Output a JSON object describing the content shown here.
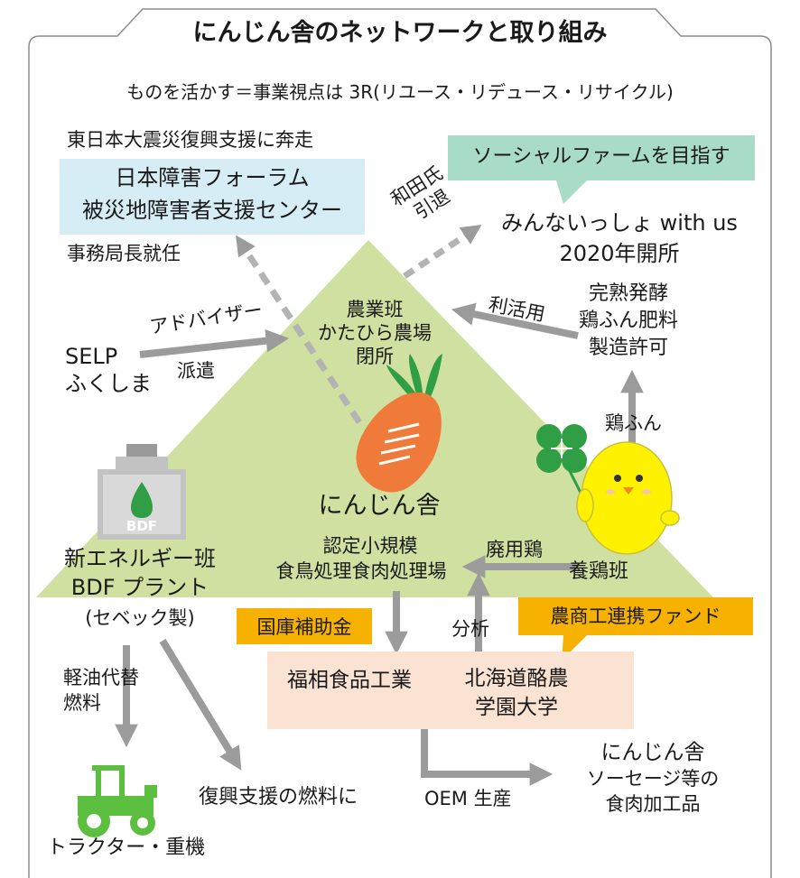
{
  "title": "にんじん舎のネットワークと取り組み",
  "subtitle": "ものを活かす＝事業視点は 3R(リユース・リデュース・リサイクル)",
  "forum": {
    "caption_top": "東日本大震災復興支援に奔走",
    "line1": "日本障害フォーラム",
    "line2": "被災地障害者支援センター",
    "caption_bottom": "事務局長就任"
  },
  "social_farm_label": "ソーシャルファームを目指す",
  "wada": {
    "line1": "和田氏",
    "line2": "引退"
  },
  "minnai": {
    "line1": "みんないっしょ with us",
    "line2": "2020年開所"
  },
  "agri": {
    "line1": "農業班",
    "line2": "かたひら農場",
    "line3": "閉所"
  },
  "selp": {
    "line1": "SELP",
    "line2": "ふくしま",
    "advisor": "アドバイザー",
    "dispatch": "派遣"
  },
  "compost": {
    "line1": "完熟発酵",
    "line2": "鶏ふん肥料",
    "line3": "製造許可",
    "use_label": "利活用",
    "manure_label": "鶏ふん"
  },
  "center_name": "にんじん舎",
  "slaughter": {
    "line1": "認定小規模",
    "line2": "食鳥処理食肉処理場"
  },
  "spent_hen_label": "廃用鶏",
  "poultry_team": "養鶏班",
  "bdf_can_label": "BDF",
  "energy": {
    "line1": "新エネルギー班",
    "line2": "BDF プラント",
    "line3": "(セベック製)"
  },
  "subsidy_label": "国庫補助金",
  "fund_label": "農商工連携ファンド",
  "analysis_label": "分析",
  "fukuso": "福相食品工業",
  "rakuno": {
    "line1": "北海道酪農",
    "line2": "学園大学"
  },
  "diesel": {
    "line1": "軽油代替",
    "line2": "燃料"
  },
  "recovery_fuel": "復興支援の燃料に",
  "tractor_label": "トラクター・重機",
  "oem_label": "OEM 生産",
  "products": {
    "line1": "にんじん舎",
    "line2": "ソーセージ等の",
    "line3": "食肉加工品"
  },
  "colors": {
    "triangle": "#cfe0a0",
    "forum_box": "#d6edf5",
    "social_bubble": "#a8dcc6",
    "orange_label": "#f7b100",
    "partner_box": "#fbe3d3",
    "arrow": "#9b9b9b",
    "tractor": "#5cbf3f",
    "carrot": "#f07a3a",
    "leaf": "#2f9e44",
    "chick": "#fff200"
  }
}
